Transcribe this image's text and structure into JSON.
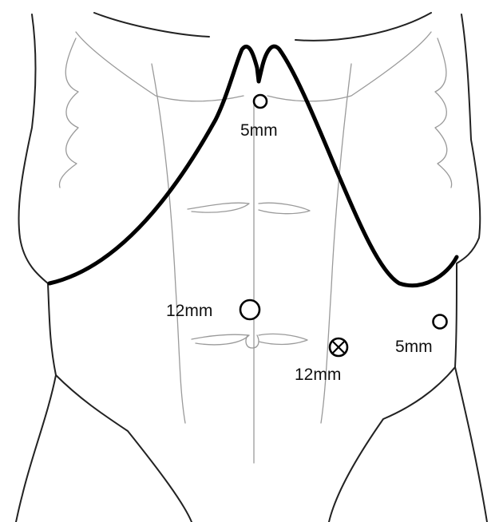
{
  "ports": [
    {
      "id": "port-epigastric",
      "label": "5mm",
      "marker": "circle"
    },
    {
      "id": "port-umbilical",
      "label": "12mm",
      "marker": "circle"
    },
    {
      "id": "port-left-lower",
      "label": "12mm",
      "marker": "circle-cross"
    },
    {
      "id": "port-left-lateral",
      "label": "5mm",
      "marker": "circle"
    }
  ],
  "colors": {
    "line": "#000000",
    "body_outline": "#222222",
    "anatomy": "#9a9a9a",
    "background": "#ffffff"
  }
}
